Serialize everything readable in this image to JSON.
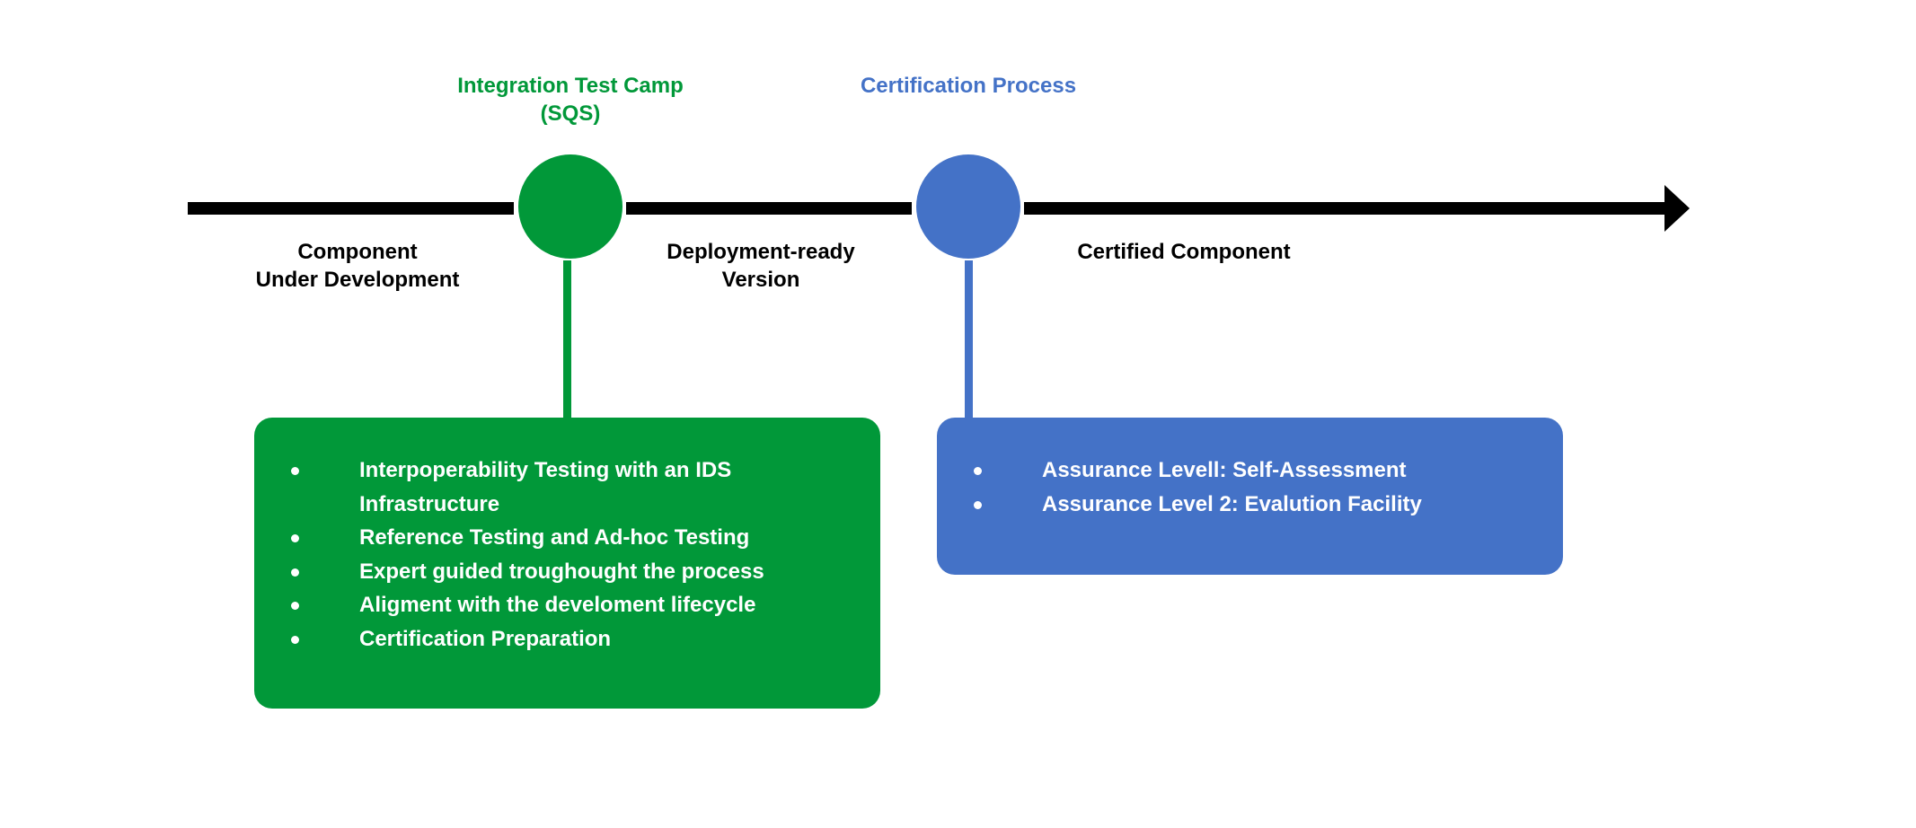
{
  "colors": {
    "green": "#019839",
    "blue": "#4472c7",
    "timeline": "#000000"
  },
  "milestones": [
    {
      "title_line1": "Integration Test Camp",
      "title_line2": "(SQS)",
      "color": "#019839",
      "items": [
        {
          "line1": "Interpoperability Testing with an IDS",
          "line2": "Infrastructure"
        },
        {
          "line1": "Reference Testing and Ad-hoc Testing"
        },
        {
          "line1": "Expert guided troughought the process"
        },
        {
          "line1": "Aligment with the develoment lifecycle"
        },
        {
          "line1": "Certification Preparation"
        }
      ]
    },
    {
      "title_line1": "Certification Process",
      "color": "#4472c7",
      "items": [
        {
          "line1": "Assurance Levell: Self-Assessment"
        },
        {
          "line1": "Assurance Level 2: Evalution Facility"
        }
      ]
    }
  ],
  "stages": [
    {
      "line1": "Component",
      "line2": "Under Development"
    },
    {
      "line1": "Deployment-ready",
      "line2": "Version"
    },
    {
      "line1": "Certified Component"
    }
  ]
}
